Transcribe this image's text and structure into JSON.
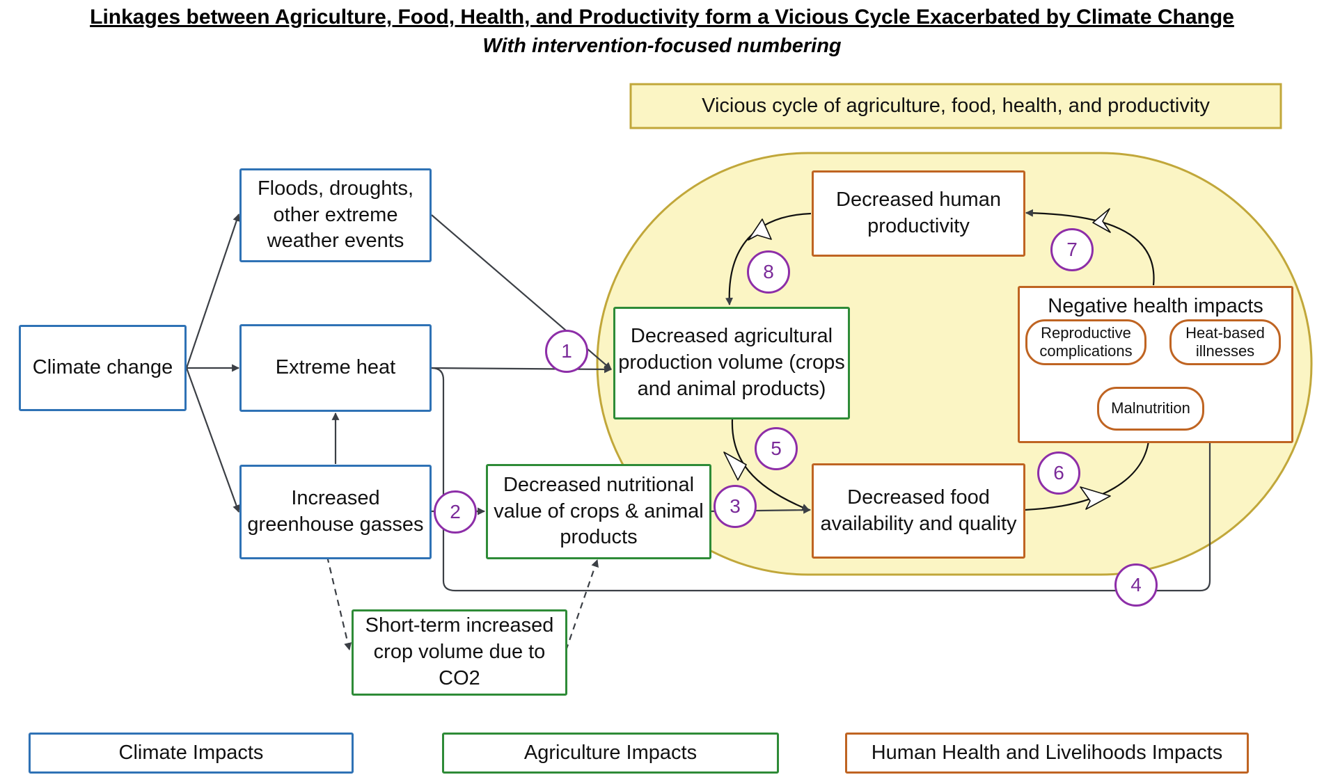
{
  "title": "Linkages between Agriculture, Food, Health, and Productivity form a Vicious Cycle Exacerbated by Climate Change",
  "subtitle": "With intervention-focused numbering",
  "cycle_label": "Vicious cycle of agriculture, food, health, and productivity",
  "colors": {
    "climate": "#2f72b5",
    "agriculture": "#2e8b37",
    "health": "#bf6422",
    "cycle_fill": "#fbf5c4",
    "cycle_border": "#c1a73a",
    "number_circle": "#8d2ea8"
  },
  "nodes": {
    "climate_change": "Climate change",
    "extreme_weather": "Floods, droughts, other extreme weather events",
    "extreme_heat": "Extreme heat",
    "greenhouse_gasses": "Increased greenhouse gasses",
    "short_term_crop": "Short-term increased crop volume due to CO2",
    "nutritional_value": "Decreased nutritional value of crops & animal products",
    "agri_production": "Decreased agricultural production volume (crops and animal products)",
    "food_availability": "Decreased food availability and quality",
    "human_productivity": "Decreased human productivity",
    "health_impacts": "Negative health impacts",
    "reproductive": "Reproductive complications",
    "heat_illness": "Heat-based illnesses",
    "malnutrition": "Malnutrition"
  },
  "numbers": [
    "1",
    "2",
    "3",
    "4",
    "5",
    "6",
    "7",
    "8"
  ],
  "legend": {
    "climate": "Climate Impacts",
    "agriculture": "Agriculture Impacts",
    "health": "Human Health and Livelihoods Impacts"
  }
}
